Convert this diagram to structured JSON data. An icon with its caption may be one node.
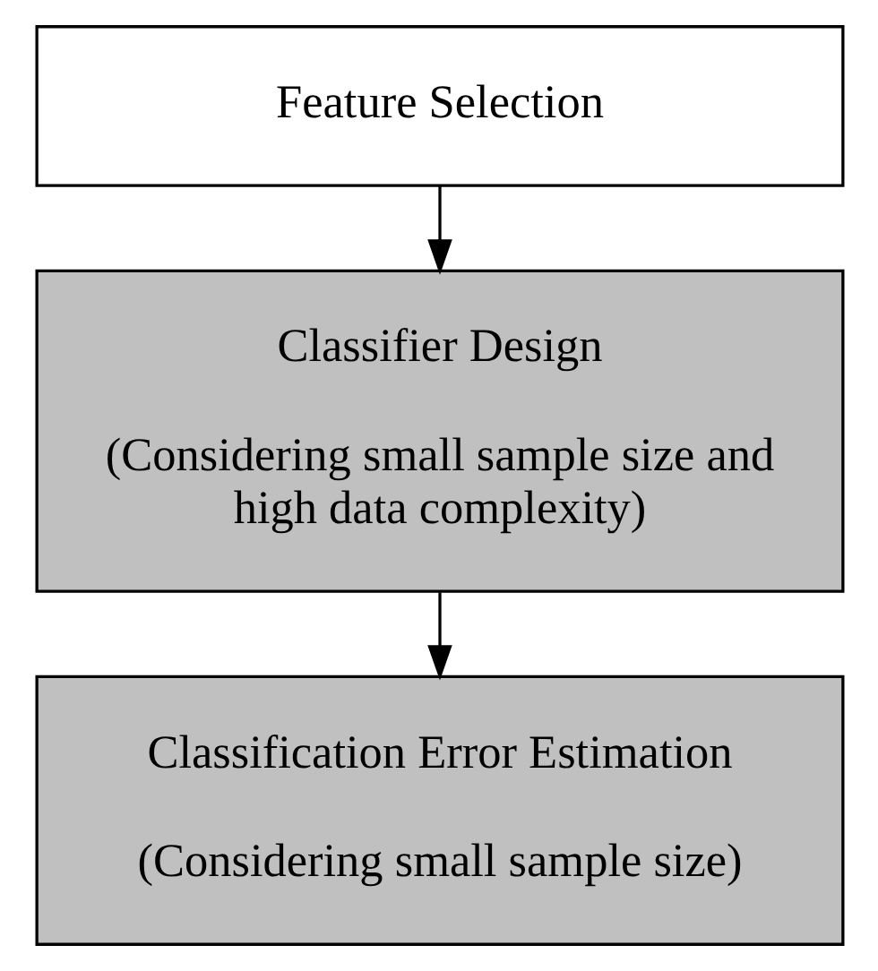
{
  "diagram": {
    "nodes": [
      {
        "text": [
          "Feature Selection"
        ]
      },
      {
        "text": [
          "Classifier Design",
          "(Considering small sample size and high data complexity)"
        ]
      },
      {
        "text": [
          "Classification Error Estimation",
          "(Considering small sample size)"
        ]
      }
    ],
    "edges": [
      {
        "from": 0,
        "to": 1,
        "arrow": "to"
      },
      {
        "from": 1,
        "to": 2,
        "arrow": "to"
      }
    ]
  }
}
